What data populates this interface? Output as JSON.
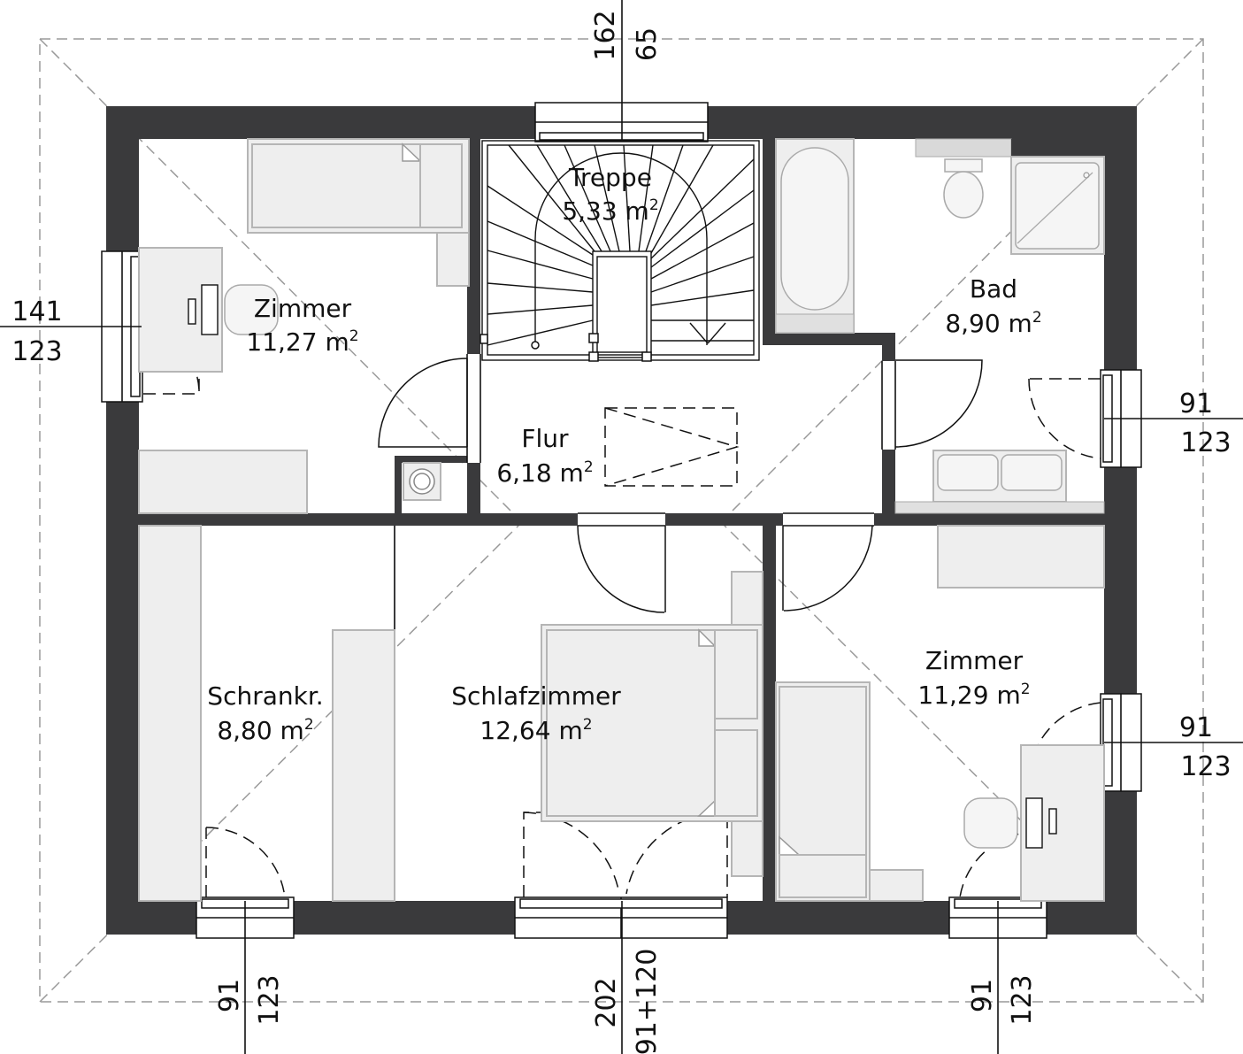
{
  "rooms": {
    "zimmer_nw": {
      "name": "Zimmer",
      "area": "11,27 m",
      "sup": "2"
    },
    "treppe": {
      "name": "Treppe",
      "area": "5,33 m",
      "sup": "2"
    },
    "bad": {
      "name": "Bad",
      "area": "8,90 m",
      "sup": "2"
    },
    "flur": {
      "name": "Flur",
      "area": "6,18 m",
      "sup": "2"
    },
    "schrankraum": {
      "name": "Schrankr.",
      "area": "8,80 m",
      "sup": "2"
    },
    "schlafzimmer": {
      "name": "Schlafzimmer",
      "area": "12,64 m",
      "sup": "2"
    },
    "zimmer_se": {
      "name": "Zimmer",
      "area": "11,29 m",
      "sup": "2"
    }
  },
  "windows": {
    "top": {
      "a": "162",
      "b": "65"
    },
    "left": {
      "a": "141",
      "b": "123"
    },
    "right_upper": {
      "a": "91",
      "b": "123"
    },
    "right_lower": {
      "a": "91",
      "b": "123"
    },
    "bottom_left": {
      "a": "91",
      "b": "123"
    },
    "bottom_center": {
      "a": "202",
      "b": "91+120"
    },
    "bottom_right": {
      "a": "91",
      "b": "123"
    }
  },
  "colors": {
    "wall": "#3a3a3c",
    "furniture": "#eeeeee",
    "roof_outline": "#9a9a9a"
  }
}
